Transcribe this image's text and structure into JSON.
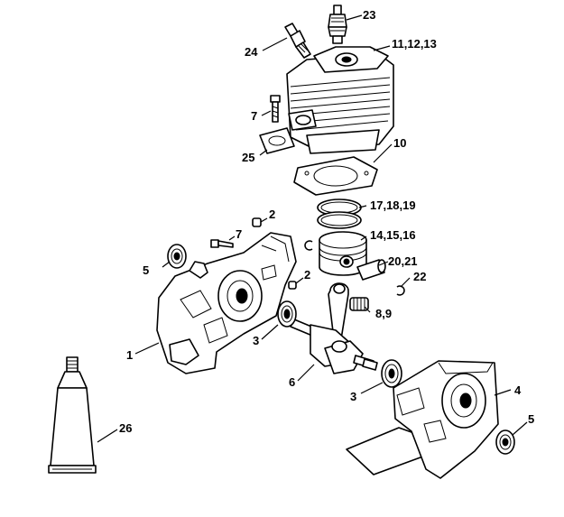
{
  "callouts": {
    "c23": "23",
    "c24": "24",
    "c11_12_13": "11,12,13",
    "c7_top": "7",
    "c25": "25",
    "c10": "10",
    "c17_18_19": "17,18,19",
    "c2_top": "2",
    "c7_mid": "7",
    "c14_15_16": "14,15,16",
    "c5_left": "5",
    "c20_21": "20,21",
    "c2_mid": "2",
    "c22": "22",
    "c8_9": "8,9",
    "c1": "1",
    "c3_left": "3",
    "c6": "6",
    "c4": "4",
    "c3_right": "3",
    "c5_right": "5",
    "c26": "26"
  }
}
